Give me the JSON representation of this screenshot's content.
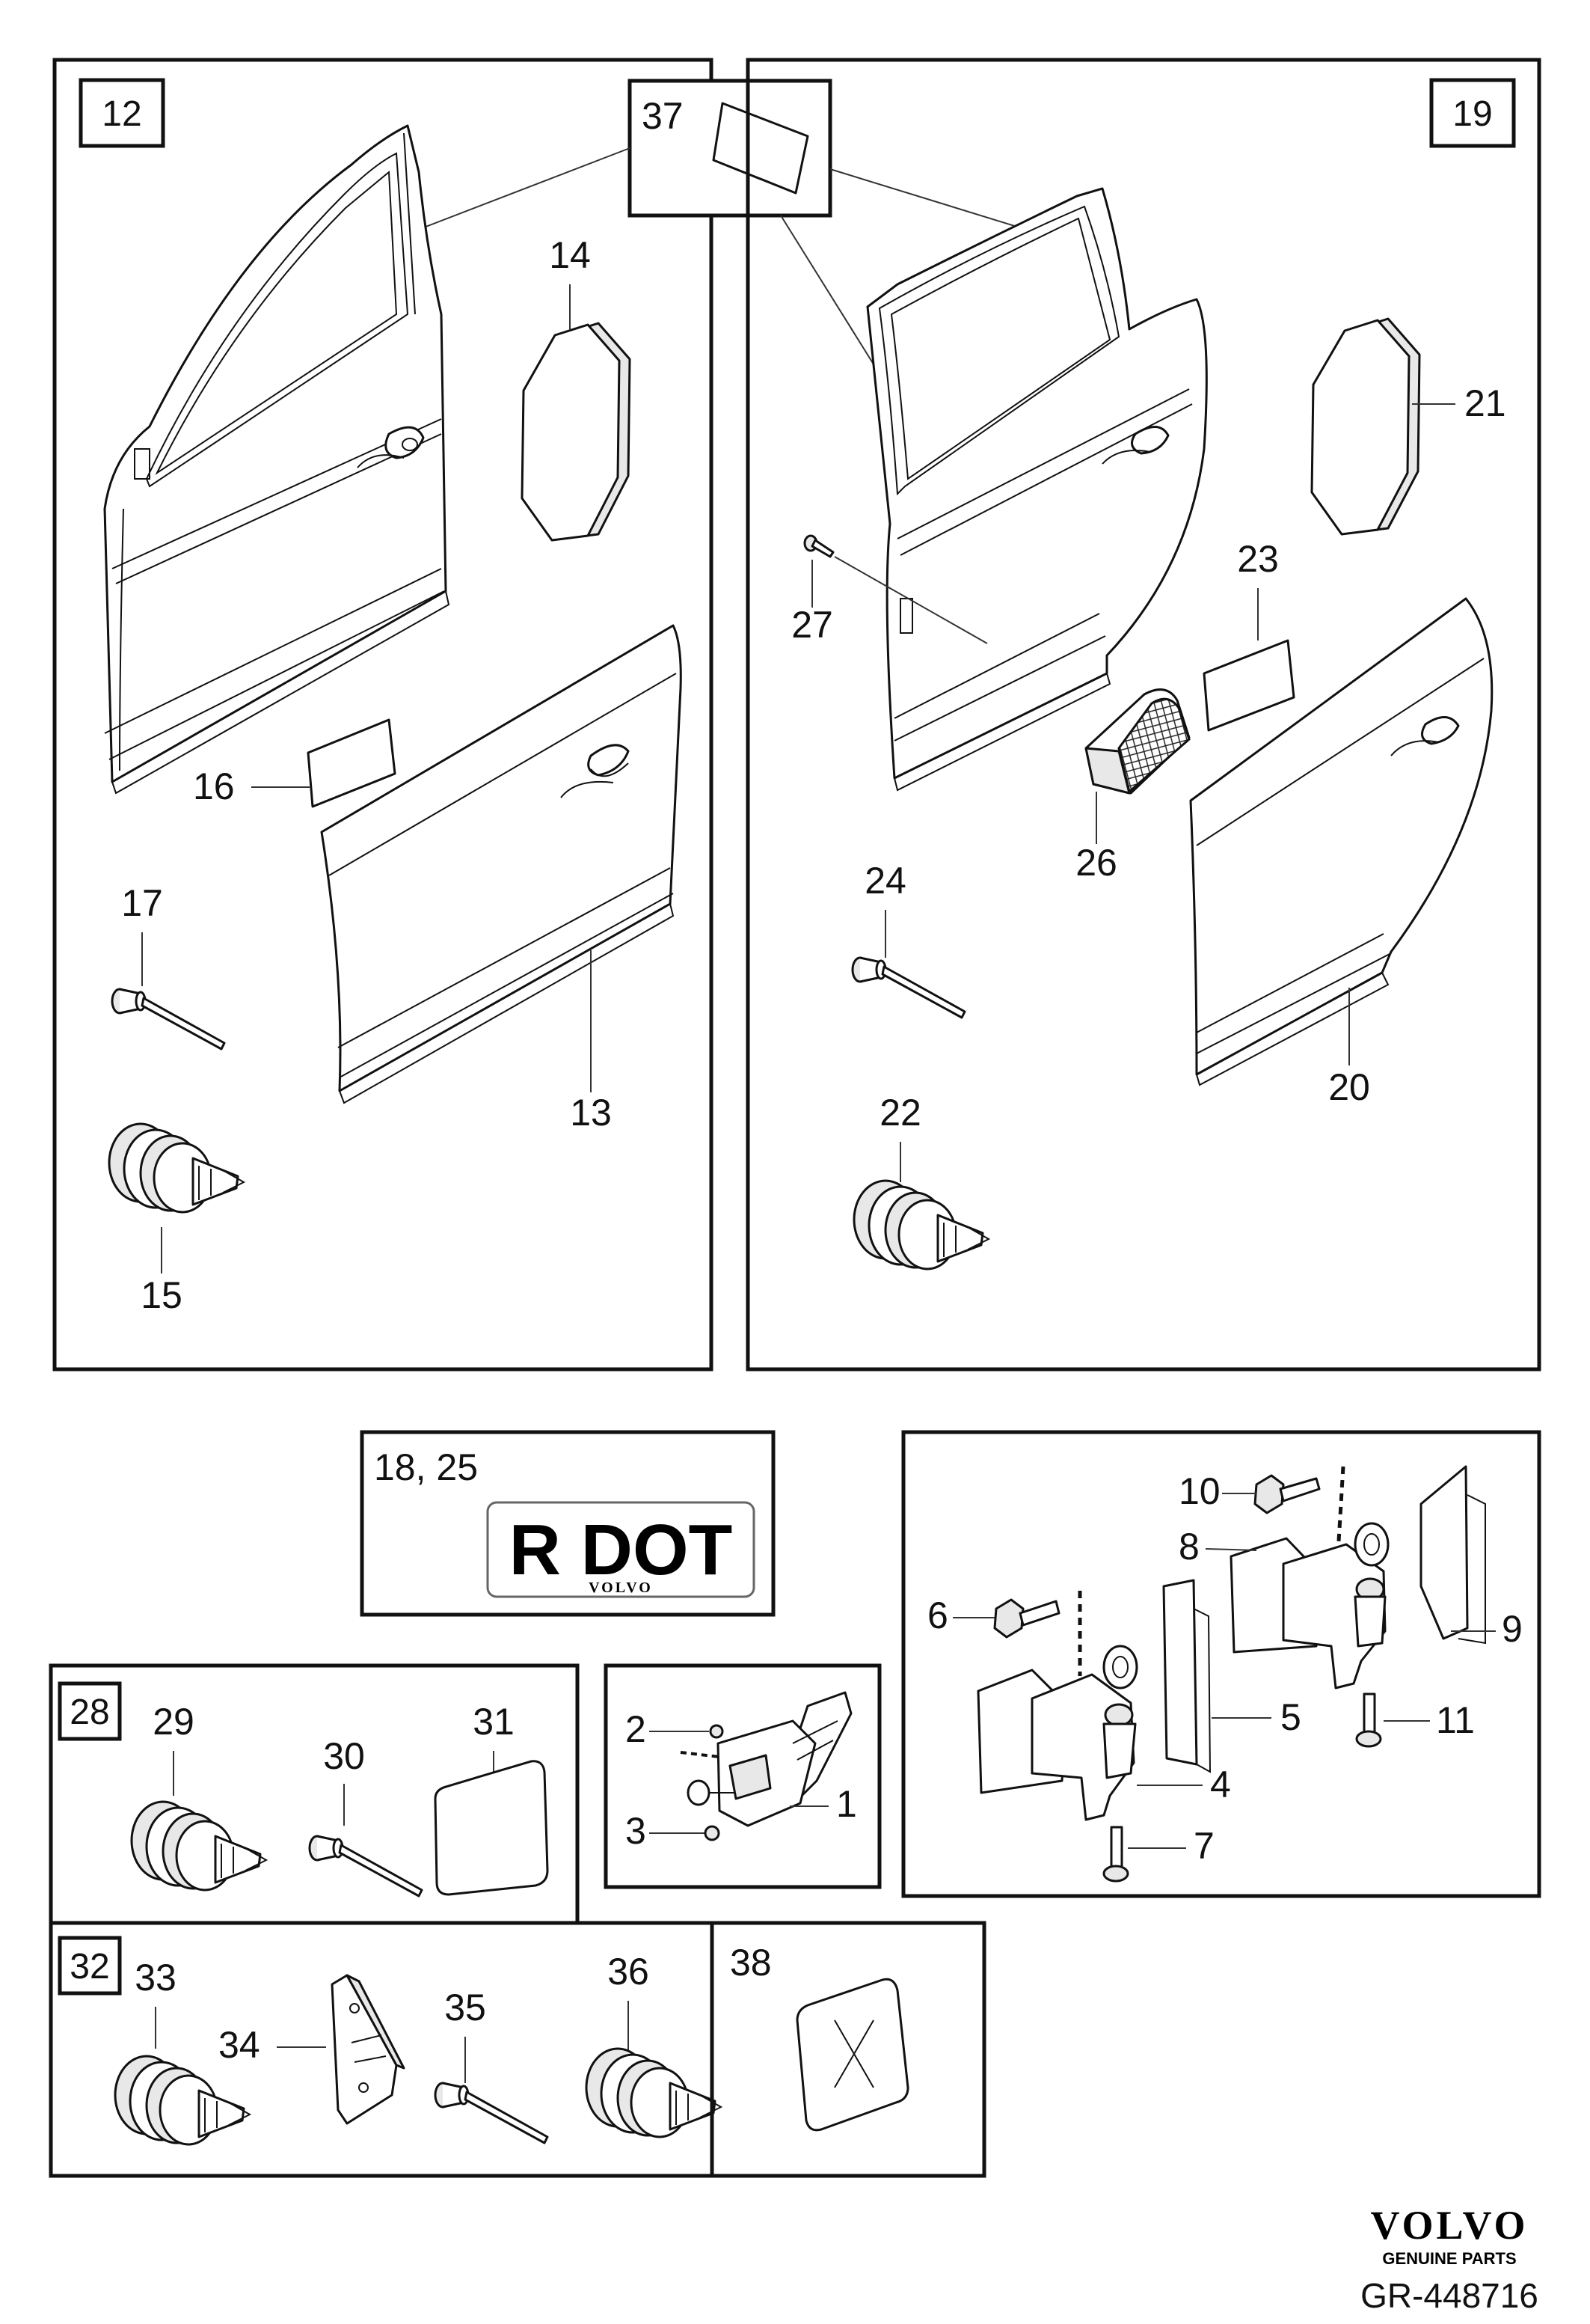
{
  "callouts": {
    "n1": "1",
    "n2": "2",
    "n3": "3",
    "n4": "4",
    "n5": "5",
    "n6": "6",
    "n7": "7",
    "n8": "8",
    "n9": "9",
    "n10": "10",
    "n11": "11",
    "n12": "12",
    "n13": "13",
    "n14": "14",
    "n15": "15",
    "n16": "16",
    "n17": "17",
    "n18_25": "18, 25",
    "n19": "19",
    "n20": "20",
    "n21": "21",
    "n22": "22",
    "n23": "23",
    "n24": "24",
    "n26": "26",
    "n27": "27",
    "n28": "28",
    "n29": "29",
    "n30": "30",
    "n31": "31",
    "n32": "32",
    "n33": "33",
    "n34": "34",
    "n35": "35",
    "n36": "36",
    "n37": "37",
    "n38": "38"
  },
  "label": {
    "title": "R DOT",
    "brand": "VOLVO"
  },
  "footer": {
    "brand": "VOLVO",
    "tagline": "GENUINE PARTS",
    "code": "GR-448716"
  }
}
